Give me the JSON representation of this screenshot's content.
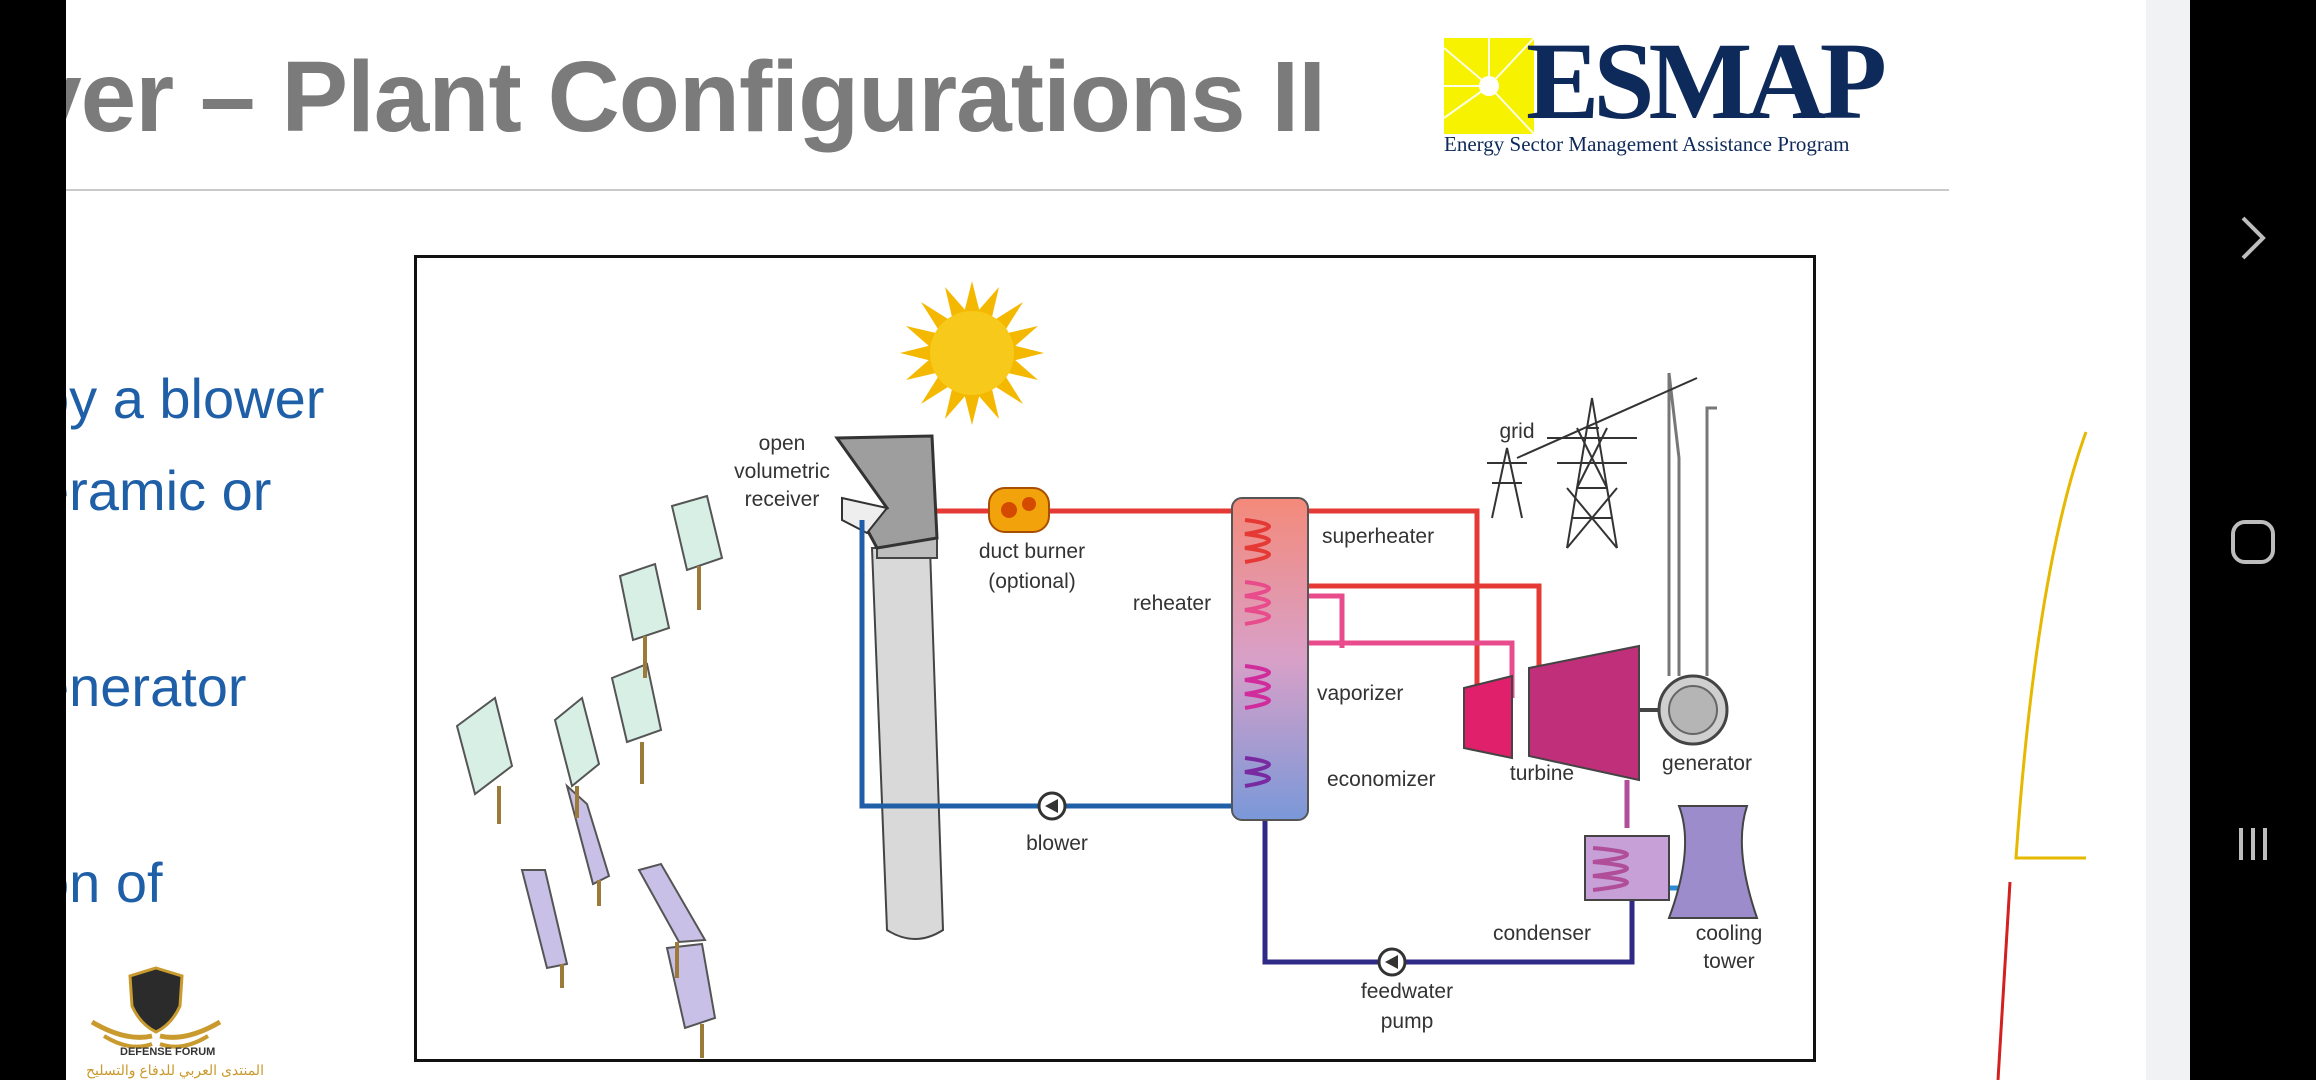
{
  "slide": {
    "title": "ver – Plant Configurations II",
    "bullets": [
      "by a blower",
      "eramic or",
      "enerator",
      "on of"
    ]
  },
  "logo": {
    "word": "ESMAP",
    "subtitle": "Energy Sector Management Assistance Program"
  },
  "diagram": {
    "labels": {
      "receiver": [
        "open",
        "volumetric",
        "receiver"
      ],
      "duct_burner": [
        "duct burner",
        "(optional)"
      ],
      "reheater": "reheater",
      "superheater": "superheater",
      "vaporizer": "vaporizer",
      "economizer": "economizer",
      "blower": "blower",
      "grid": "grid",
      "turbine": "turbine",
      "generator": "generator",
      "condenser": "condenser",
      "cooling_tower": [
        "cooling",
        "tower"
      ],
      "feedwater_pump": [
        "feedwater",
        "pump"
      ]
    }
  },
  "watermark": {
    "text1": "DEFENSE FORUM",
    "text2": "المنتدى العربي للدفاع والتسليح"
  },
  "colors": {
    "bullet": "#1f5fa8",
    "title": "#7b7b7b",
    "hot_line": "#e53935",
    "cold_line": "#1f5fa8"
  },
  "navigation": {
    "icons": [
      "chevron-right-icon",
      "home-icon",
      "recent-apps-icon"
    ]
  }
}
